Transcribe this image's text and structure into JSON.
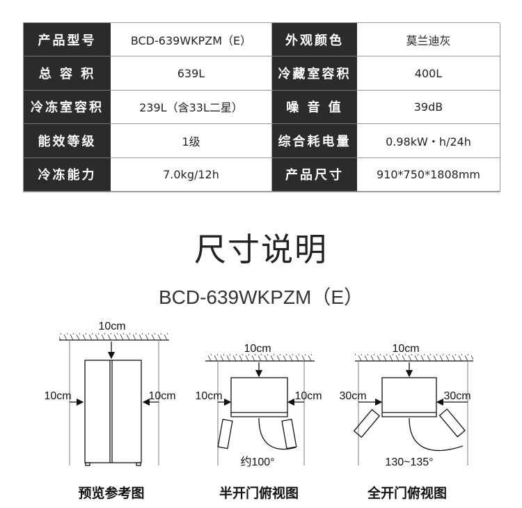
{
  "specs": [
    {
      "l1": "产品型号",
      "v1": "BCD-639WKPZM（E）",
      "l2": "外观颜色",
      "v2": "莫兰迪灰"
    },
    {
      "l1": "总 容 积",
      "v1": "639L",
      "l2": "冷藏室容积",
      "v2": "400L"
    },
    {
      "l1": "冷冻室容积",
      "v1": "239L（含33L二星）",
      "l2": "噪 音 值",
      "v2": "39dB"
    },
    {
      "l1": "能效等级",
      "v1": "1级",
      "l2": "综合耗电量",
      "v2": "0.98kW・h/24h"
    },
    {
      "l1": "冷冻能力",
      "v1": "7.0kg/12h",
      "l2": "产品尺寸",
      "v2": "910*750*1808mm"
    }
  ],
  "title": "尺寸说明",
  "model": "BCD-639WKPZM（E）",
  "diagrams": [
    {
      "top": "10cm",
      "left": "10cm",
      "right": "10cm",
      "angle": "",
      "caption": "预览参考图"
    },
    {
      "top": "10cm",
      "left": "10cm",
      "right": "10cm",
      "angle": "约100°",
      "caption": "半开门俯视图"
    },
    {
      "top": "10cm",
      "left": "30cm",
      "right": "30cm",
      "angle": "130~135°",
      "caption": "全开门俯视图"
    }
  ]
}
